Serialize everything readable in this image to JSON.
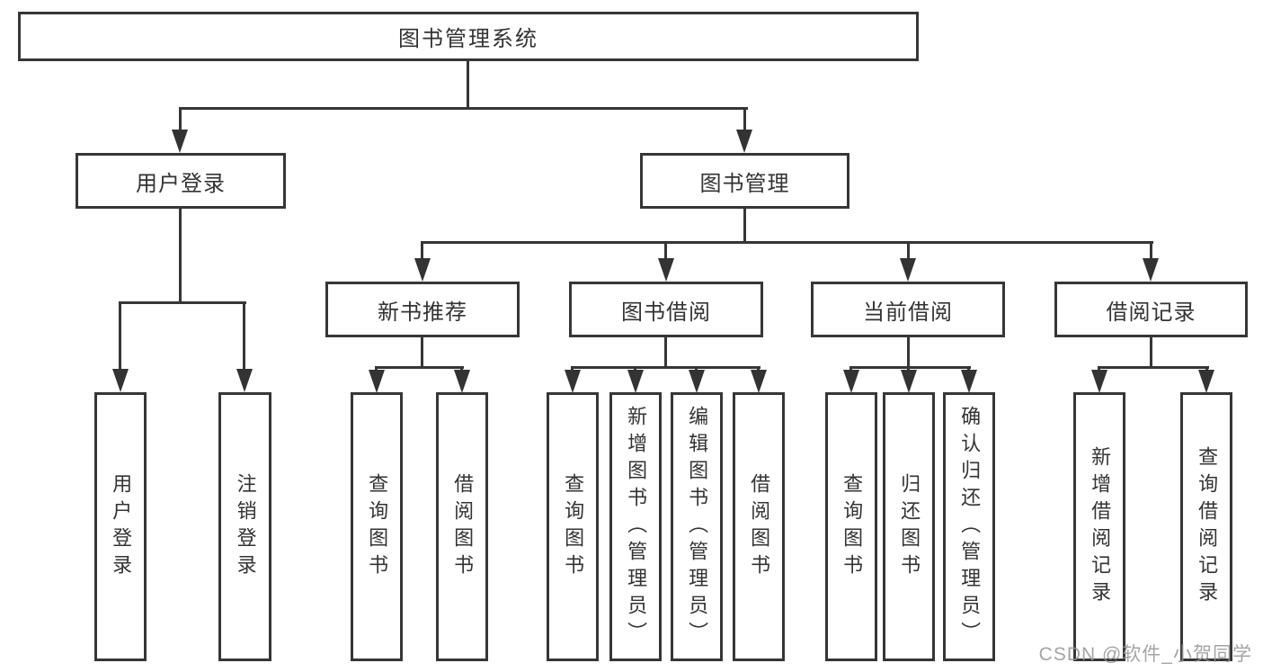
{
  "title": "图书管理系统",
  "user_login": {
    "label": "用户登录",
    "children": [
      "用户登录",
      "注销登录"
    ]
  },
  "book_mgmt": {
    "label": "图书管理",
    "sections": [
      {
        "label": "新书推荐",
        "children": [
          "查询图书",
          "借阅图书"
        ]
      },
      {
        "label": "图书借阅",
        "children": [
          "查询图书",
          "新增图书（管理员）",
          "编辑图书（管理员）",
          "借阅图书"
        ]
      },
      {
        "label": "当前借阅",
        "children": [
          "查询图书",
          "归还图书",
          "确认归还（管理员）"
        ]
      },
      {
        "label": "借阅记录",
        "children": [
          "新增借阅记录",
          "查询借阅记录"
        ]
      }
    ]
  },
  "watermark": "CSDN @软件_小贺同学"
}
